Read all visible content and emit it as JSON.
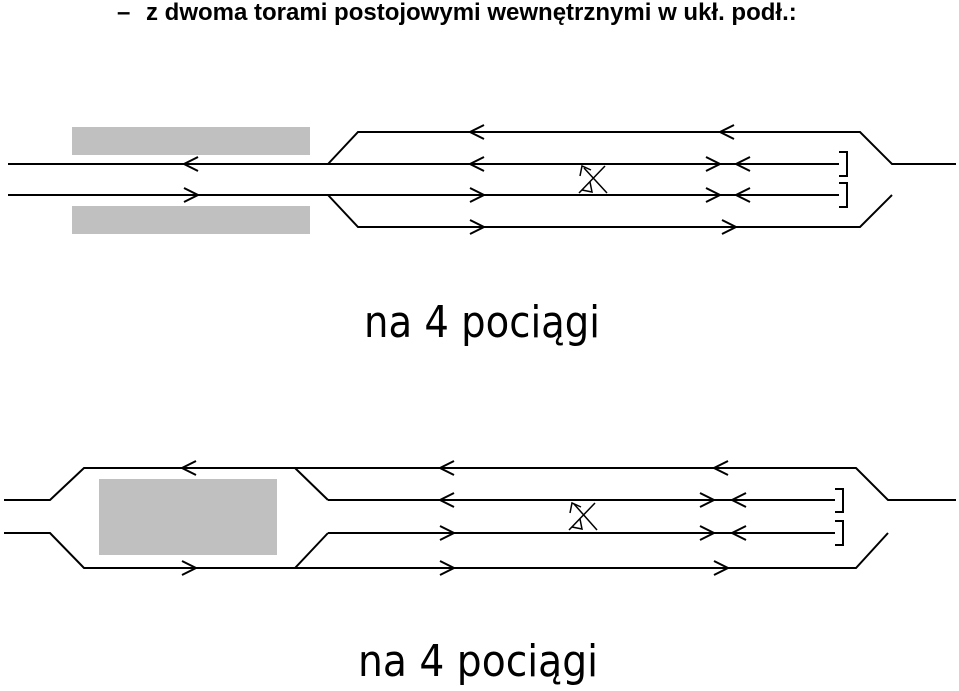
{
  "heading": {
    "bullet": "–",
    "text": "z dwoma torami postojowymi wewnętrznymi w ukł. podł.:"
  },
  "diagrams": [
    {
      "caption": "na 4 pociągi"
    },
    {
      "caption": "na 4 pociągi"
    }
  ],
  "colors": {
    "line": "#000000",
    "platform": "#c0c0c0",
    "background": "#ffffff"
  }
}
